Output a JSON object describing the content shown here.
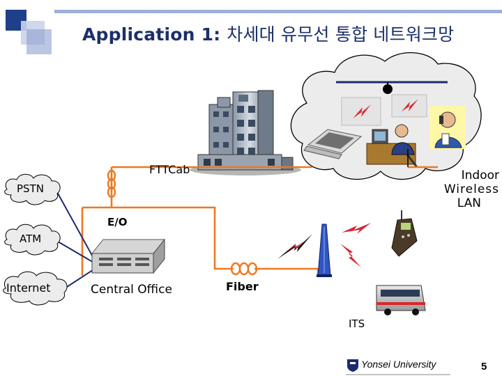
{
  "slide": {
    "title_prefix": "Application 1:",
    "title_korean": "차세대 유무선 통합 네트워크망",
    "page_number": "5"
  },
  "network": {
    "fttcab_label": "FTTCab",
    "eo_label": "E/O",
    "fiber_label": "Fiber",
    "central_office_label": "Central Office",
    "indoor_wireless_lan_label": [
      "Indoor",
      "Wireless",
      "LAN"
    ],
    "its_label": "ITS",
    "clouds": [
      "PSTN",
      "ATM",
      "Internet"
    ]
  },
  "footer": {
    "university": "Yonsei University"
  },
  "colors": {
    "title": "#1b2f6a",
    "fiber_orange": "#f07820",
    "line_navy": "#1d2a72",
    "cloud_fill": "#ececec",
    "header_navy": "#1f3f8a"
  }
}
